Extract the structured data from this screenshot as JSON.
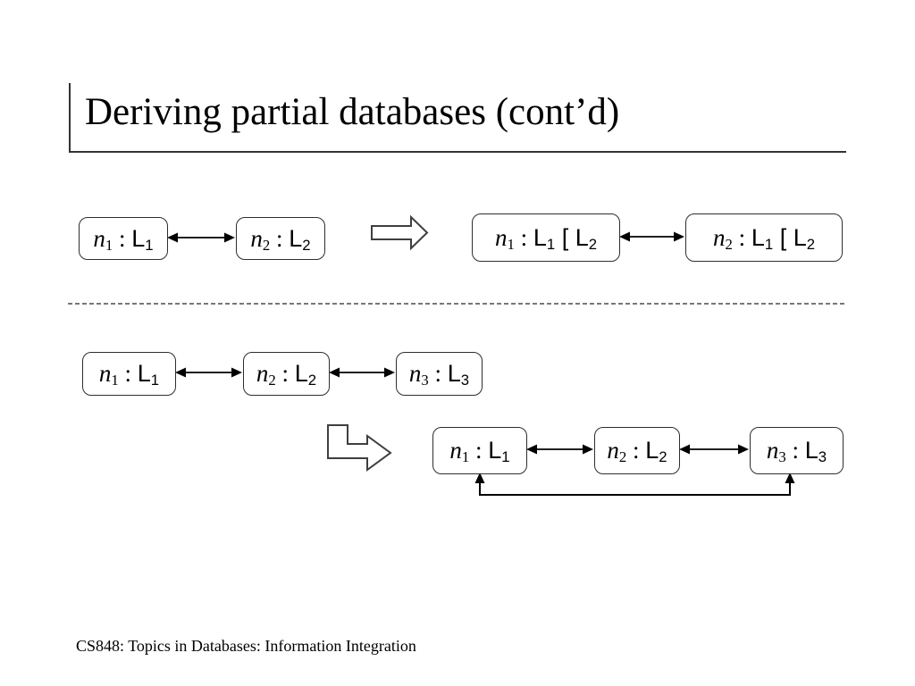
{
  "slide": {
    "title": "Deriving partial databases (cont’d)",
    "footer": "CS848: Topics in Databases: Information Integration"
  },
  "colors": {
    "ink": "#000000",
    "box_border": "#2e2e2e",
    "arrow": "#000000",
    "block_arrow_outline": "#3f3f3f",
    "dashed_line": "#4a4a4a"
  },
  "icons": {
    "block_arrow": "right-block-arrow",
    "bent_arrow": "bent-right-block-arrow"
  },
  "diagrams": {
    "pair_before": {
      "boxes": [
        {
          "var": "n",
          "var_sub": "1",
          "sep": " : ",
          "label": "L",
          "label_sub": "1"
        },
        {
          "var": "n",
          "var_sub": "2",
          "sep": " : ",
          "label": "L",
          "label_sub": "2"
        }
      ]
    },
    "pair_after": {
      "boxes": [
        {
          "var": "n",
          "var_sub": "1",
          "sep": " : ",
          "label": "L",
          "label_sub": "1",
          "union": " [ ",
          "label2": "L",
          "label2_sub": "2"
        },
        {
          "var": "n",
          "var_sub": "2",
          "sep": " : ",
          "label": "L",
          "label_sub": "1",
          "union": " [ ",
          "label2": "L",
          "label2_sub": "2"
        }
      ]
    },
    "chain_before": {
      "boxes": [
        {
          "var": "n",
          "var_sub": "1",
          "sep": " : ",
          "label": "L",
          "label_sub": "1"
        },
        {
          "var": "n",
          "var_sub": "2",
          "sep": " : ",
          "label": "L",
          "label_sub": "2"
        },
        {
          "var": "n",
          "var_sub": "3",
          "sep": " : ",
          "label": "L",
          "label_sub": "3"
        }
      ]
    },
    "chain_after": {
      "boxes": [
        {
          "var": "n",
          "var_sub": "1",
          "sep": " : ",
          "label": "L",
          "label_sub": "1"
        },
        {
          "var": "n",
          "var_sub": "2",
          "sep": " : ",
          "label": "L",
          "label_sub": "2"
        },
        {
          "var": "n",
          "var_sub": "3",
          "sep": " : ",
          "label": "L",
          "label_sub": "3"
        }
      ]
    }
  }
}
